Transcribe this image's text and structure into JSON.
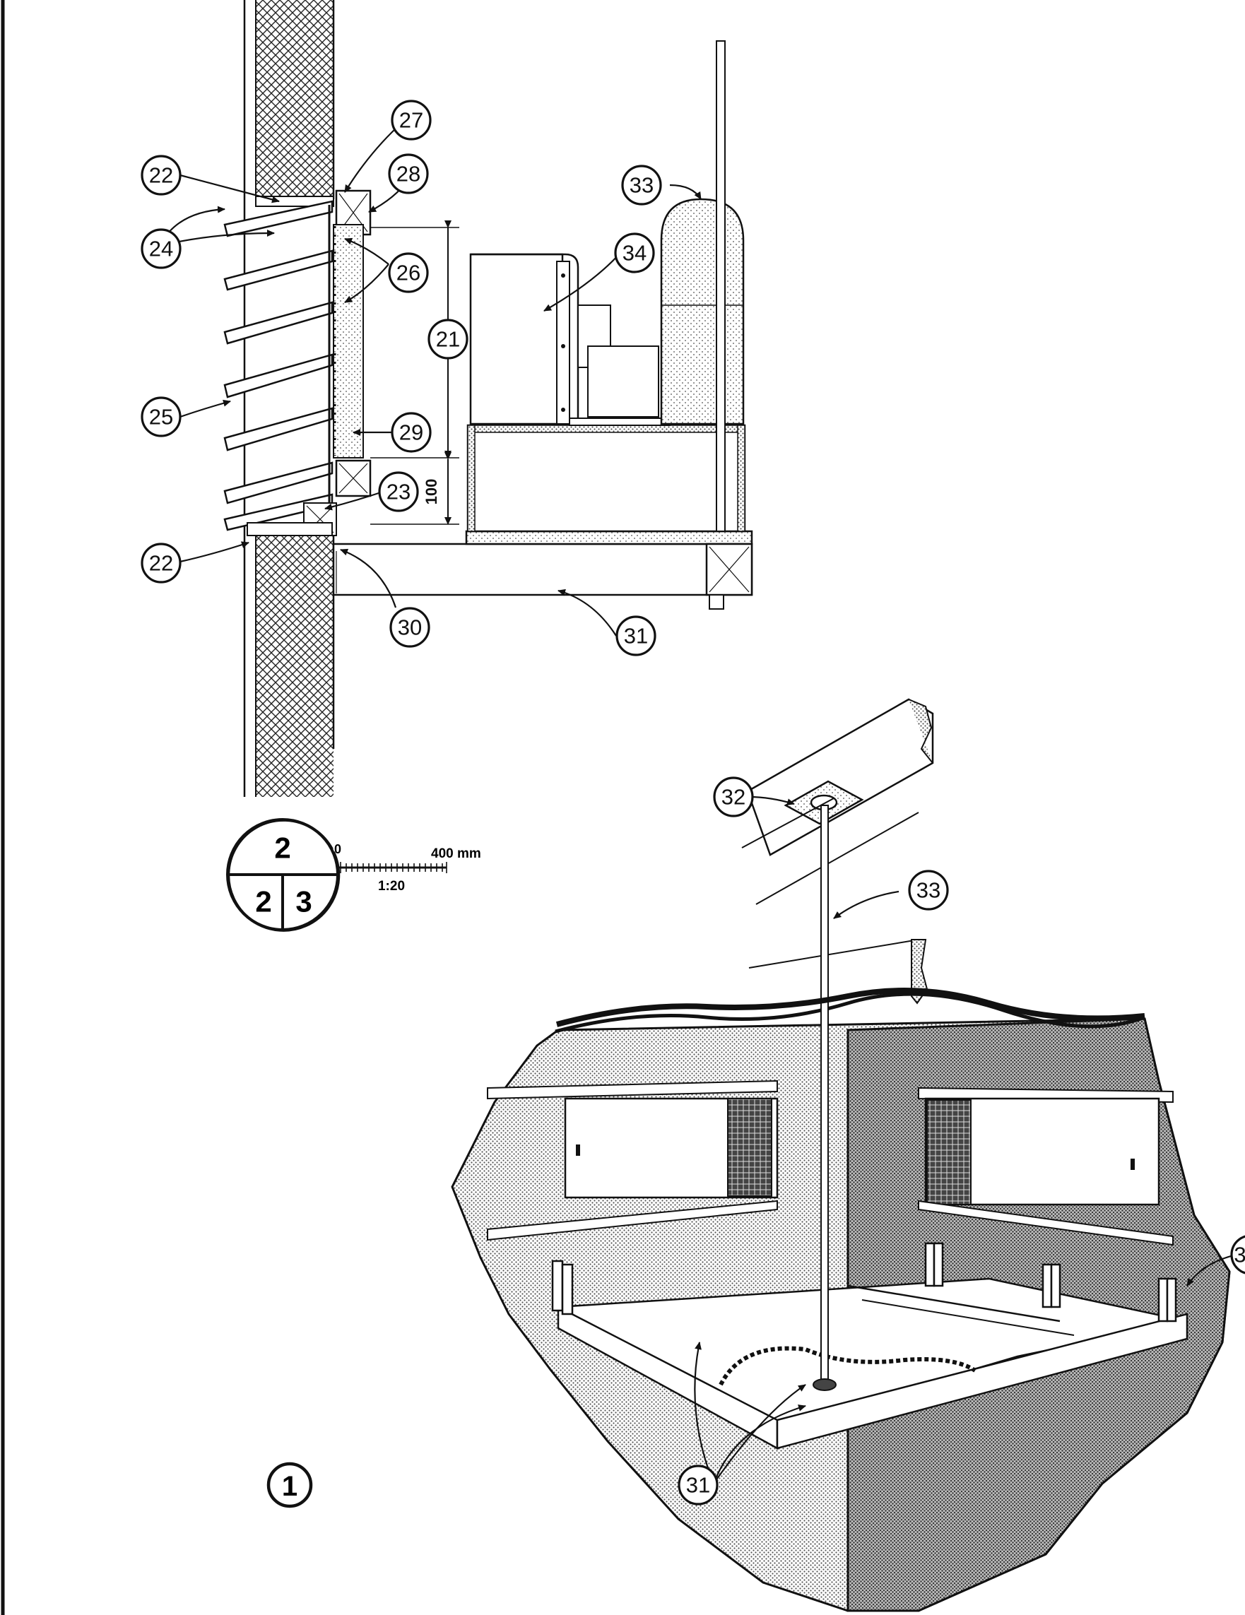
{
  "callouts": {
    "c27": "27",
    "c22_top": "22",
    "c28": "28",
    "c24": "24",
    "c26": "26",
    "c21": "21",
    "c25": "25",
    "c29": "29",
    "c23": "23",
    "c22_bot": "22",
    "c30": "30",
    "c31_top": "31",
    "c33_top": "33",
    "c34": "34",
    "c32": "32",
    "c33_bot": "33",
    "c31_bot": "31",
    "c3_edge": "3"
  },
  "dimension": {
    "value": "100"
  },
  "scale_key": {
    "top_number": "2",
    "bottom_left": "2",
    "bottom_right": "3",
    "zero_label": "0",
    "end_label": "400 mm",
    "ratio": "1:20"
  },
  "figure_number": "1"
}
